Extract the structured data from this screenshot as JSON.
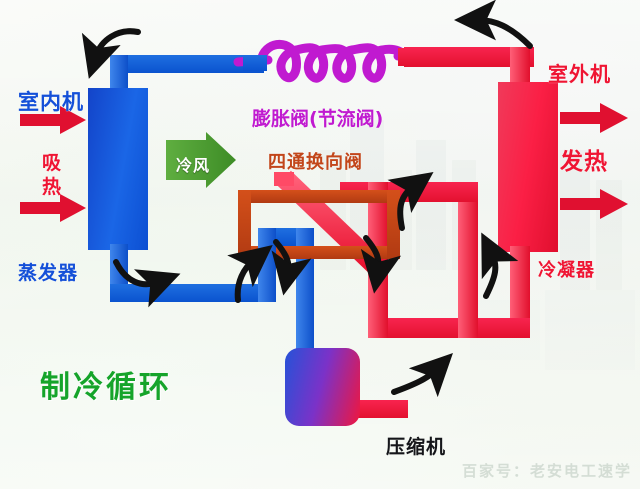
{
  "diagram": {
    "title": "制冷循环",
    "cold_air_label": "冷风",
    "watermark": "百家号：老安电工速学"
  },
  "labels": {
    "indoor_unit": "室内机",
    "absorb_heat_1": "吸",
    "absorb_heat_2": "热",
    "evaporator": "蒸发器",
    "expansion_valve": "膨胀阀(节流阀)",
    "four_way_valve": "四通换向阀",
    "outdoor_unit": "室外机",
    "release_heat": "发热",
    "condenser": "冷凝器",
    "compressor": "压缩机"
  },
  "colors": {
    "cold_pipe": "#0d4fc9",
    "hot_pipe": "#e3112f",
    "valve_body": "#c2461a",
    "expansion_coil": "#c01ad0",
    "cold_air": "#4f9b36",
    "title_green": "#15a42a",
    "arrow_black": "#111111",
    "heat_arrow_red": "#e01030"
  },
  "components": [
    {
      "name": "evaporator",
      "label": "蒸发器",
      "side": "indoor",
      "color": "#0d4fc9"
    },
    {
      "name": "condenser",
      "label": "冷凝器",
      "side": "outdoor",
      "color": "#e3112f"
    },
    {
      "name": "compressor",
      "label": "压缩机",
      "side": "outdoor",
      "color": "#7b32c8"
    },
    {
      "name": "expansion-valve",
      "label": "膨胀阀(节流阀)",
      "side": "between",
      "color": "#c01ad0"
    },
    {
      "name": "four-way-valve",
      "label": "四通换向阀",
      "side": "outdoor",
      "color": "#c2461a"
    }
  ]
}
